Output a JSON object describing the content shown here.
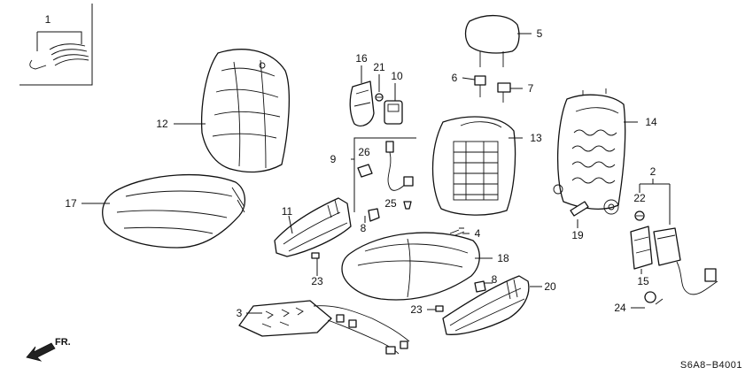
{
  "diagram_code": "S6A8−B4001",
  "direction_label": "FR.",
  "callouts": {
    "p1": "1",
    "p2": "2",
    "p3": "3",
    "p4": "4",
    "p5": "5",
    "p6": "6",
    "p7": "7",
    "p8a": "8",
    "p8b": "8",
    "p9": "9",
    "p10": "10",
    "p11": "11",
    "p12": "12",
    "p13": "13",
    "p14": "14",
    "p15": "15",
    "p16": "16",
    "p17": "17",
    "p18": "18",
    "p19": "19",
    "p20": "20",
    "p21": "21",
    "p22": "22",
    "p23a": "23",
    "p23b": "23",
    "p24": "24",
    "p25": "25",
    "p26": "26"
  },
  "icons": [
    "seat-back-cover",
    "seat-cushion-cover",
    "headrest",
    "seat-back-pad",
    "seat-frame",
    "cushion-pad",
    "side-trim",
    "knob",
    "wire-harness",
    "clip-set",
    "fr-arrow"
  ]
}
